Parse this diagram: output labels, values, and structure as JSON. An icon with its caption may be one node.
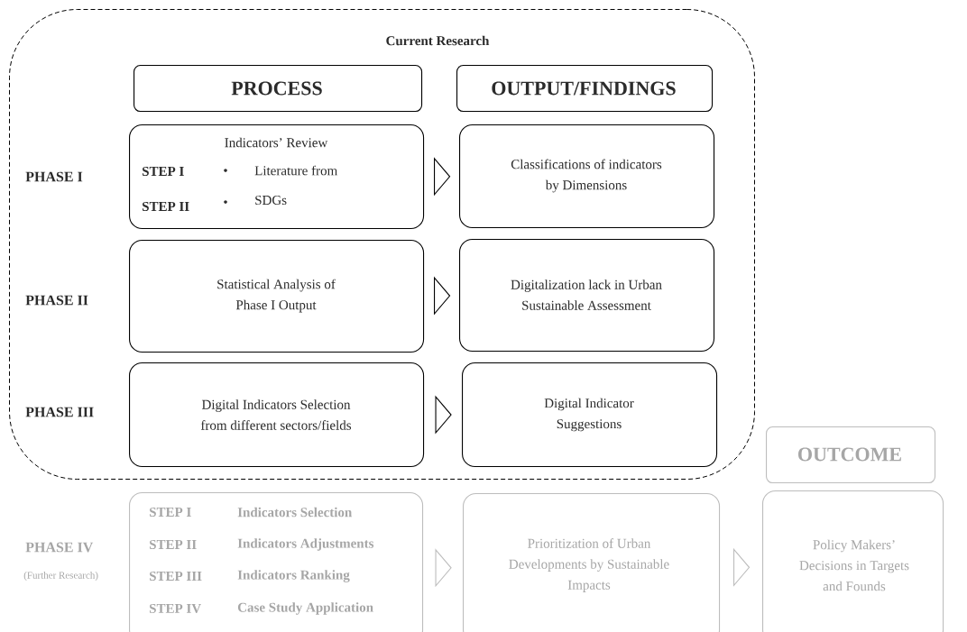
{
  "diagram": {
    "nodes": [
      {
        "text": [
          "Current Research"
        ]
      },
      {
        "text": [
          "PROCESS"
        ],
        "in": 0
      },
      {
        "text": [
          "OUTPUT/FINDINGS"
        ],
        "in": 0
      },
      {
        "text": [
          "Indicators’ Review",
          "STEP I",
          "Literature from",
          "STEP II",
          "SDGs"
        ],
        "in": 0
      },
      {
        "text": [
          "Classifications of indicators by Dimensions"
        ],
        "in": 0
      },
      {
        "text": [
          "Statistical Analysis of Phase I Output"
        ],
        "in": 0
      },
      {
        "text": [
          "Digitalization lack in Urban Sustainable Assessment"
        ],
        "in": 0
      },
      {
        "text": [
          "Digital Indicators Selection from different sectors/fields"
        ],
        "in": 0
      },
      {
        "text": [
          "Digital Indicator Suggestions"
        ],
        "in": 0
      },
      {
        "text": [
          "OUTCOME"
        ]
      },
      {
        "text": [
          "STEP I",
          "Indicators Selection",
          "STEP II",
          "Indicators Adjustments",
          "STEP III",
          "Indicators Ranking",
          "STEP IV",
          "Case Study Application"
        ]
      },
      {
        "text": [
          "Prioritization of Urban Developments by Sustainable Impacts"
        ]
      },
      {
        "text": [
          "Policy Makers’ Decisions in Targets and Founds"
        ]
      }
    ],
    "edges": [
      {
        "from": 3,
        "to": 4,
        "arrow": "to"
      },
      {
        "from": 5,
        "to": 6,
        "arrow": "to"
      },
      {
        "from": 7,
        "to": 8,
        "arrow": "to"
      },
      {
        "from": 10,
        "to": 11,
        "arrow": "to",
        "color": "#bdbdbd"
      },
      {
        "from": 11,
        "to": 12,
        "arrow": "to",
        "color": "#bdbdbd"
      }
    ],
    "labels": [
      "PHASE I",
      "PHASE II",
      "PHASE III",
      "PHASE IV",
      "(Further Research)"
    ]
  }
}
